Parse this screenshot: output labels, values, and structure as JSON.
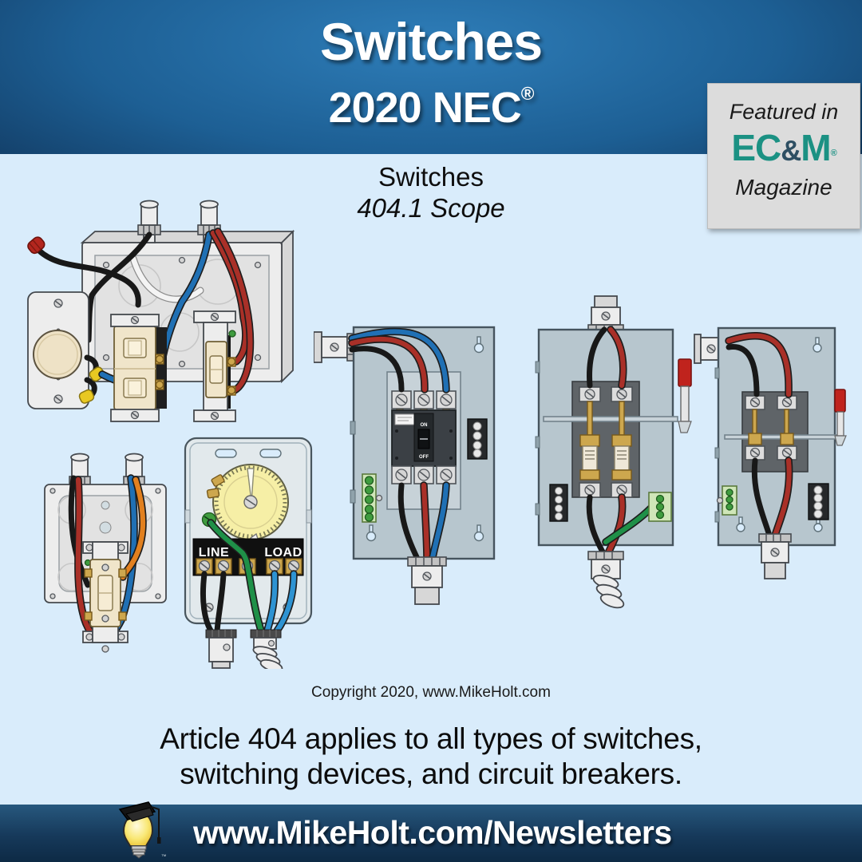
{
  "header": {
    "title": "Switches",
    "subtitle": "2020 NEC",
    "reg": "®"
  },
  "badge": {
    "featured": "Featured in",
    "ec": "EC",
    "amp": "&",
    "m": "M",
    "reg": "®",
    "magazine": "Magazine",
    "teal": "#1b9183",
    "navy": "#2e4f63"
  },
  "figure": {
    "caption": {
      "line1": "Switches",
      "line2": "404.1 Scope"
    },
    "labels": {
      "line": "LINE",
      "load": "LOAD",
      "on": "ON",
      "off": "OFF"
    },
    "copyright": "Copyright 2020, www.MikeHolt.com",
    "illustrations": [
      "dimmer-double-and-toggle-switches-in-metal-box",
      "toggle-switch-in-square-metal-box",
      "time-switch-line-load",
      "molded-case-circuit-breaker-enclosure",
      "fused-disconnect-switch",
      "non-fused-knife-disconnect-switch"
    ]
  },
  "description": {
    "line1": "Article 404 applies to all types of switches,",
    "line2": "switching devices, and circuit breakers."
  },
  "footer": {
    "url": "www.MikeHolt.com/Newsletters",
    "tm": "™",
    "logo_icon": "graduate-lightbulb-icon"
  },
  "colors": {
    "background": "#d9ecfb",
    "header_blue": "#2e7db8",
    "header_navy": "#0c2c4a",
    "enclosure_gray": "#b7c6ce",
    "wire_black": "#181818",
    "wire_red": "#a93028",
    "wire_blue": "#2070b4",
    "wire_green": "#1f9048",
    "wire_orange": "#e2801f",
    "brass": "#cda74e",
    "device_ivory": "#f0e5ca",
    "dial_yellow": "#f6efa6",
    "wirenut_yellow": "#e8c822",
    "handle_red": "#c0231d"
  }
}
